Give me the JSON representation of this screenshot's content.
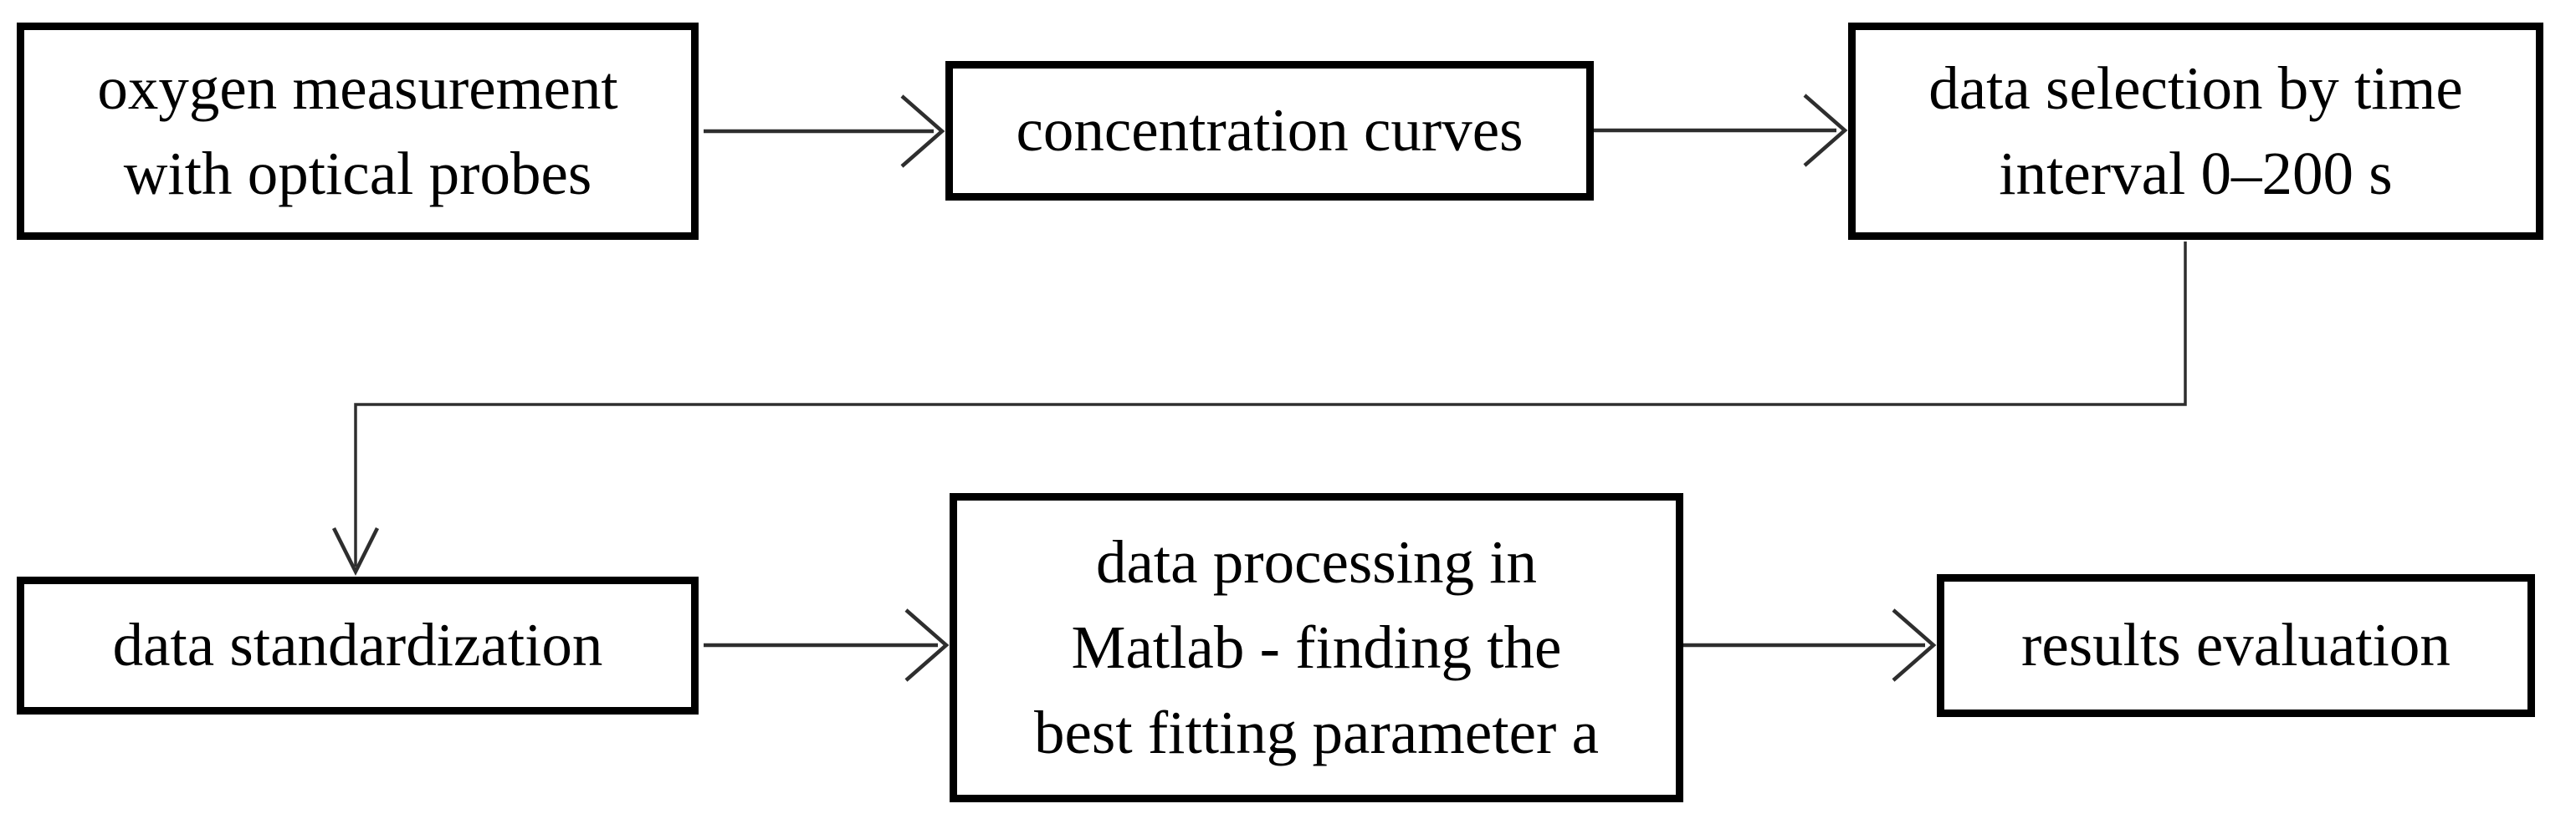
{
  "diagram": {
    "type": "flowchart",
    "nodes": [
      {
        "id": "oxygen-measurement",
        "lines": [
          "oxygen measurement",
          "with optical probes"
        ]
      },
      {
        "id": "concentration-curves",
        "lines": [
          "concentration curves"
        ]
      },
      {
        "id": "data-selection",
        "lines": [
          "data selection by time",
          "interval 0–200 s"
        ]
      },
      {
        "id": "data-standardization",
        "lines": [
          "data standardization"
        ]
      },
      {
        "id": "data-processing",
        "lines": [
          "data processing in",
          "Matlab - finding the",
          "best fitting parameter a"
        ]
      },
      {
        "id": "results-evaluation",
        "lines": [
          "results evaluation"
        ]
      }
    ],
    "edges": [
      {
        "from": "oxygen-measurement",
        "to": "concentration-curves",
        "style": "straight-arrow"
      },
      {
        "from": "concentration-curves",
        "to": "data-selection",
        "style": "straight-arrow"
      },
      {
        "from": "data-selection",
        "to": "data-standardization",
        "style": "elbow-arrow"
      },
      {
        "from": "data-standardization",
        "to": "data-processing",
        "style": "straight-arrow"
      },
      {
        "from": "data-processing",
        "to": "results-evaluation",
        "style": "straight-arrow"
      }
    ],
    "colors": {
      "background": "#ffffff",
      "box_border": "#000000",
      "text": "#000000",
      "arrow": "#2e2e2e"
    },
    "arrowhead_style": "open-v"
  }
}
